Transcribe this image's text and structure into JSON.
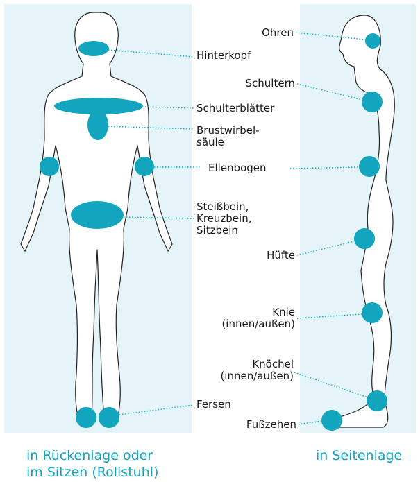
{
  "accent_color": "#12a5bd",
  "panel_color": "#e5f4f8",
  "back_view": {
    "labels": {
      "hinterkopf": "Hinterkopf",
      "schulterblaetter": "Schulterblätter",
      "brustwirbelsaeule": "Brustwirbel-\nsäule",
      "ellenbogen": "Ellenbogen",
      "steissbein": "Steißbein,\nKreuzbein,\nSitzbein",
      "fersen": "Fersen"
    },
    "caption": "in Rückenlage oder\nim Sitzen (Rollstuhl)"
  },
  "side_view": {
    "labels": {
      "ohren": "Ohren",
      "schultern": "Schultern",
      "hoefte": "Hüfte",
      "knie": "Knie\n(innen/außen)",
      "knoechel": "Knöchel\n(innen/außen)",
      "fusszehen": "Fußzehen"
    },
    "caption": "in Seitenlage"
  }
}
